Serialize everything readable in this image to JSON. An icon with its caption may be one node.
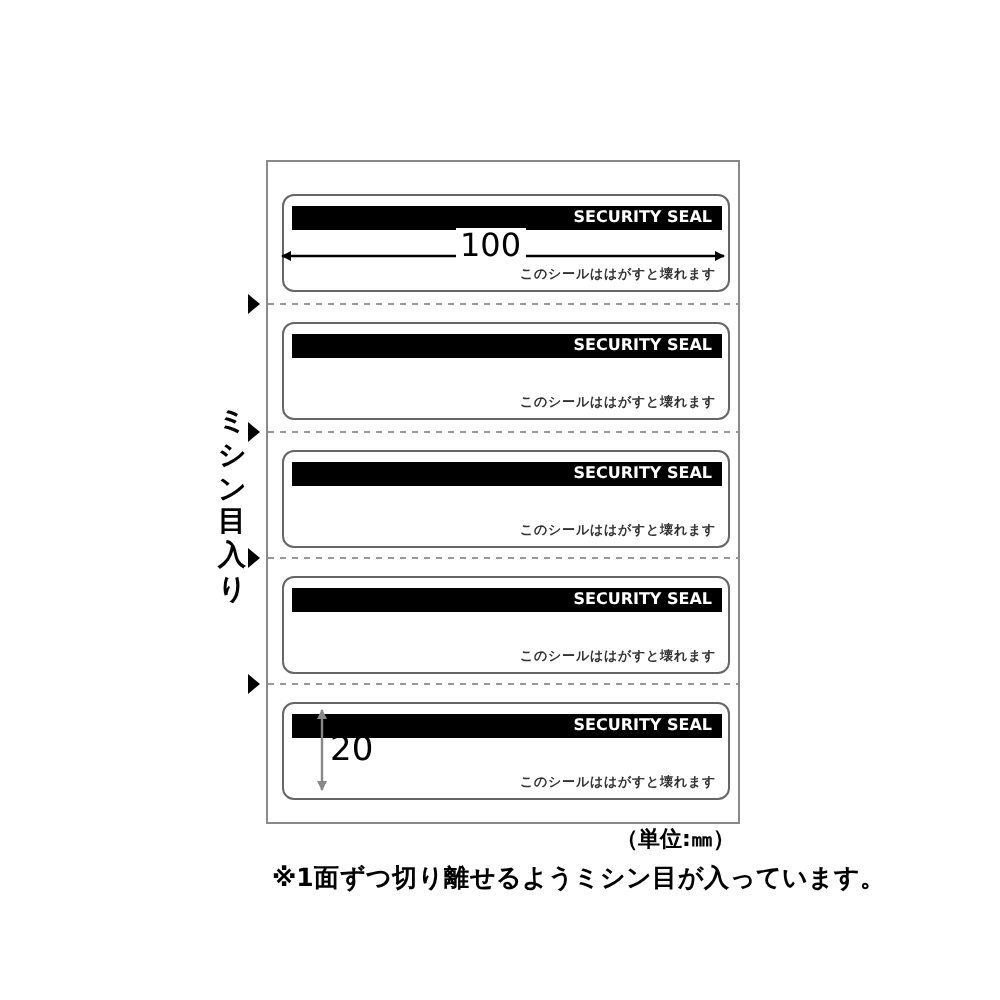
{
  "diagram": {
    "nodes": [
      {
        "text": [],
        "shape": "box"
      },
      {
        "text": [
          "SECURITY SEAL",
          "このシールははがすと壊れます"
        ],
        "in": 0
      },
      {
        "text": [
          "SECURITY SEAL",
          "このシールははがすと壊れます"
        ],
        "in": 0
      },
      {
        "text": [
          "SECURITY SEAL",
          "このシールははがすと壊れます"
        ],
        "in": 0
      },
      {
        "text": [
          "SECURITY SEAL",
          "このシールははがすと壊れます"
        ],
        "in": 0
      },
      {
        "text": [
          "SECURITY SEAL",
          "このシールははがすと壊れます"
        ],
        "in": 0
      }
    ],
    "labels": [
      "ミシン目入り",
      "100",
      "20",
      "（単位:㎜）",
      "※1面ずつ切り離せるようミシン目が入っています。"
    ]
  }
}
